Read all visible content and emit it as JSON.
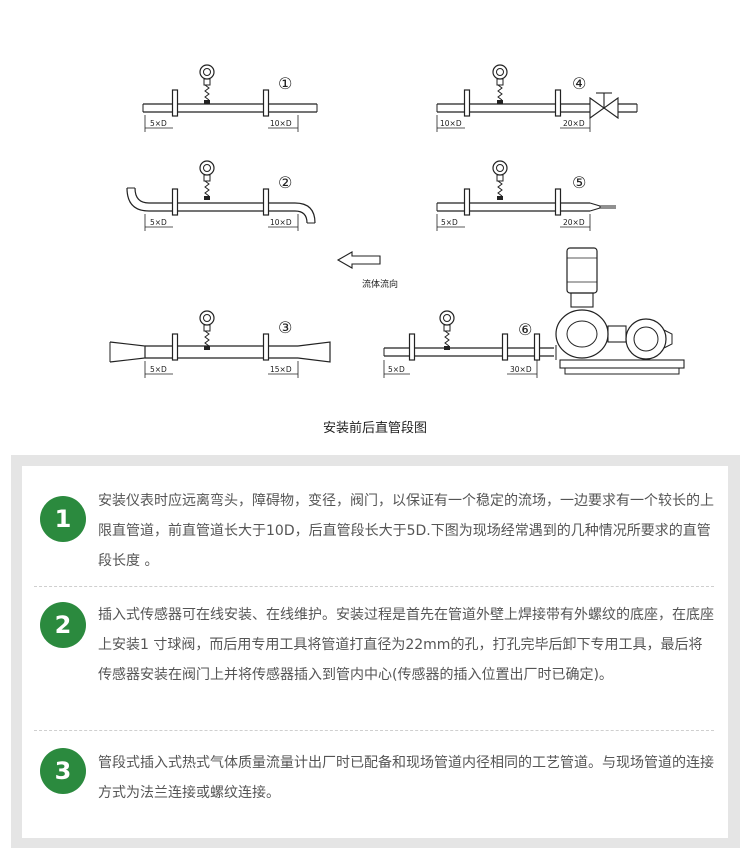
{
  "diagram": {
    "caption": "安装前后直管段图",
    "flow_label": "流体流向",
    "figures": [
      {
        "number": "①",
        "upstream": "5×D",
        "downstream": "10×D"
      },
      {
        "number": "②",
        "upstream": "5×D",
        "downstream": "10×D"
      },
      {
        "number": "③",
        "upstream": "5×D",
        "downstream": "15×D"
      },
      {
        "number": "④",
        "upstream": "10×D",
        "downstream": "20×D"
      },
      {
        "number": "⑤",
        "upstream": "5×D",
        "downstream": "20×D"
      },
      {
        "number": "⑥",
        "upstream": "5×D",
        "downstream": "30×D"
      }
    ]
  },
  "notes": [
    {
      "badge": "1",
      "text": "安装仪表时应远离弯头，障碍物，变径，阀门，以保证有一个稳定的流场，一边要求有一个较长的上限直管道，前直管道长大于10D，后直管段长大于5D.下图为现场经常遇到的几种情况所要求的直管段长度 。"
    },
    {
      "badge": "2",
      "text": "插入式传感器可在线安装、在线维护。安装过程是首先在管道外壁上焊接带有外螺纹的底座，在底座上安装1 寸球阀，而后用专用工具将管道打直径为22mm的孔，打孔完毕后卸下专用工具，最后将传感器安装在阀门上并将传感器插入到管内中心(传感器的插入位置出厂时已确定)。"
    },
    {
      "badge": "3",
      "text": "管段式插入式热式气体质量流量计出厂时已配备和现场管道内径相同的工艺管道。与现场管道的连接方式为法兰连接或螺纹连接。"
    }
  ]
}
